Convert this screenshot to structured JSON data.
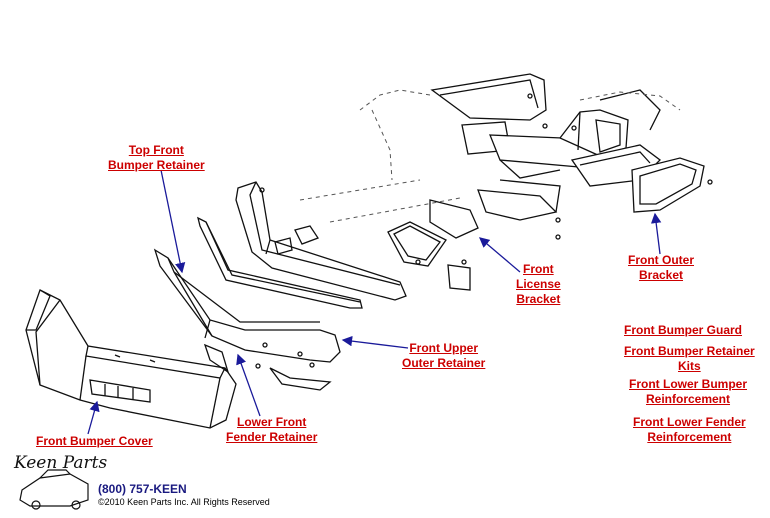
{
  "labels": {
    "top_front_bumper_retainer": [
      "Top Front",
      "Bumper Retainer"
    ],
    "front_license_bracket": [
      "Front",
      "License",
      "Bracket"
    ],
    "front_outer_bracket": [
      "Front Outer",
      "Bracket"
    ],
    "front_upper_outer_retainer": [
      "Front Upper",
      "Outer Retainer"
    ],
    "lower_front_fender_retainer": [
      "Lower Front",
      "Fender Retainer"
    ],
    "front_bumper_cover": [
      "Front Bumper Cover"
    ]
  },
  "side_links": {
    "front_bumper_guard": "Front Bumper Guard",
    "front_bumper_retainer_kits": [
      "Front Bumper Retainer",
      "Kits"
    ],
    "front_lower_bumper_reinforcement": [
      "Front Lower Bumper",
      "Reinforcement"
    ],
    "front_lower_fender_reinforcement": [
      "Front Lower Fender",
      "Reinforcement"
    ]
  },
  "footer": {
    "logo": "Keen Parts",
    "phone": "(800) 757-KEEN",
    "copyright": "©2010 Keen Parts Inc. All Rights Reserved"
  },
  "colors": {
    "label": "#cc0000",
    "arrow": "#1a1a9a",
    "line": "#111111",
    "phone": "#1a1a80"
  }
}
